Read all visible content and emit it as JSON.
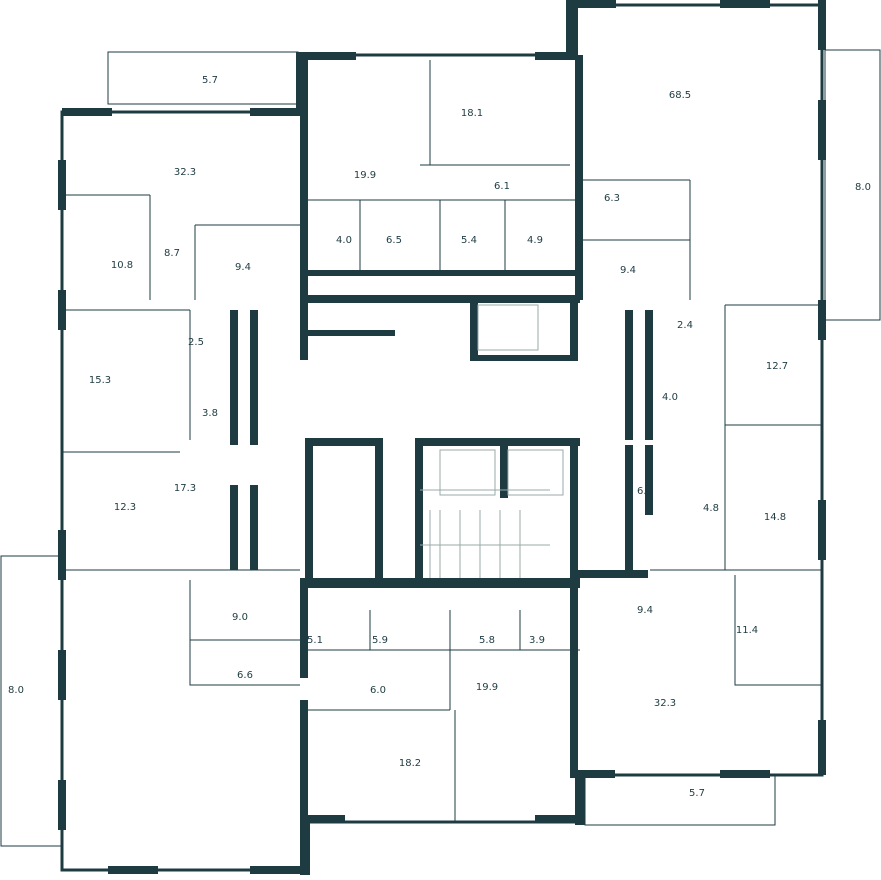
{
  "plan": {
    "wall_color": "#1e3b42",
    "rooms": [
      "5.7",
      "32.3",
      "10.8",
      "8.7",
      "9.4",
      "19.9",
      "18.1",
      "6.1",
      "68.5",
      "6.3",
      "8.0",
      "4.0",
      "6.5",
      "5.4",
      "4.9",
      "9.4",
      "15.3",
      "2.5",
      "3.8",
      "2.4",
      "12.7",
      "4.0",
      "17.3",
      "12.3",
      "6.0",
      "4.8",
      "14.8",
      "9.0",
      "6.6",
      "5.1",
      "5.9",
      "5.8",
      "3.9",
      "6.0",
      "19.9",
      "9.4",
      "11.4",
      "32.3",
      "18.2",
      "5.7",
      "8.0"
    ],
    "icons": [
      "bed-icon",
      "bathtub-icon",
      "sink-icon",
      "elevator-icon",
      "accessible-elevator-icon",
      "stairs-icon",
      "trash-bin-icon",
      "door-icon"
    ]
  }
}
